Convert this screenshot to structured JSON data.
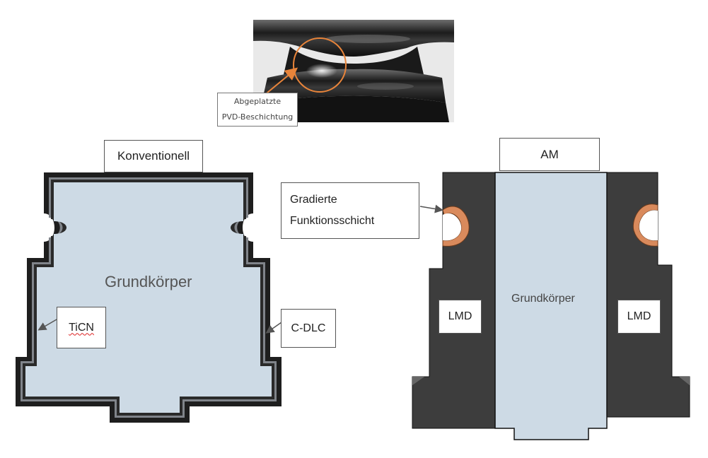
{
  "photo": {
    "label_line1": "Abgeplatzte",
    "label_line2": "PVD-Beschichtung"
  },
  "conventional": {
    "title": "Konventionell",
    "body_label": "Grundkörper",
    "coating_inner": "TiCN",
    "coating_outer": "C-DLC"
  },
  "am": {
    "title": "AM",
    "layer_line1": "Gradierte",
    "layer_line2": "Funktionsschicht",
    "body_label": "Grundkörper",
    "lmd_left": "LMD",
    "lmd_right": "LMD"
  },
  "colors": {
    "base_body": "#cddae5",
    "coating_black": "#1e1e1e",
    "coating_grey": "#7a7d80",
    "lmd_dark": "#3d3d3d",
    "graded_layer": "#d98a5c",
    "annotation_circle": "#e8843a"
  }
}
